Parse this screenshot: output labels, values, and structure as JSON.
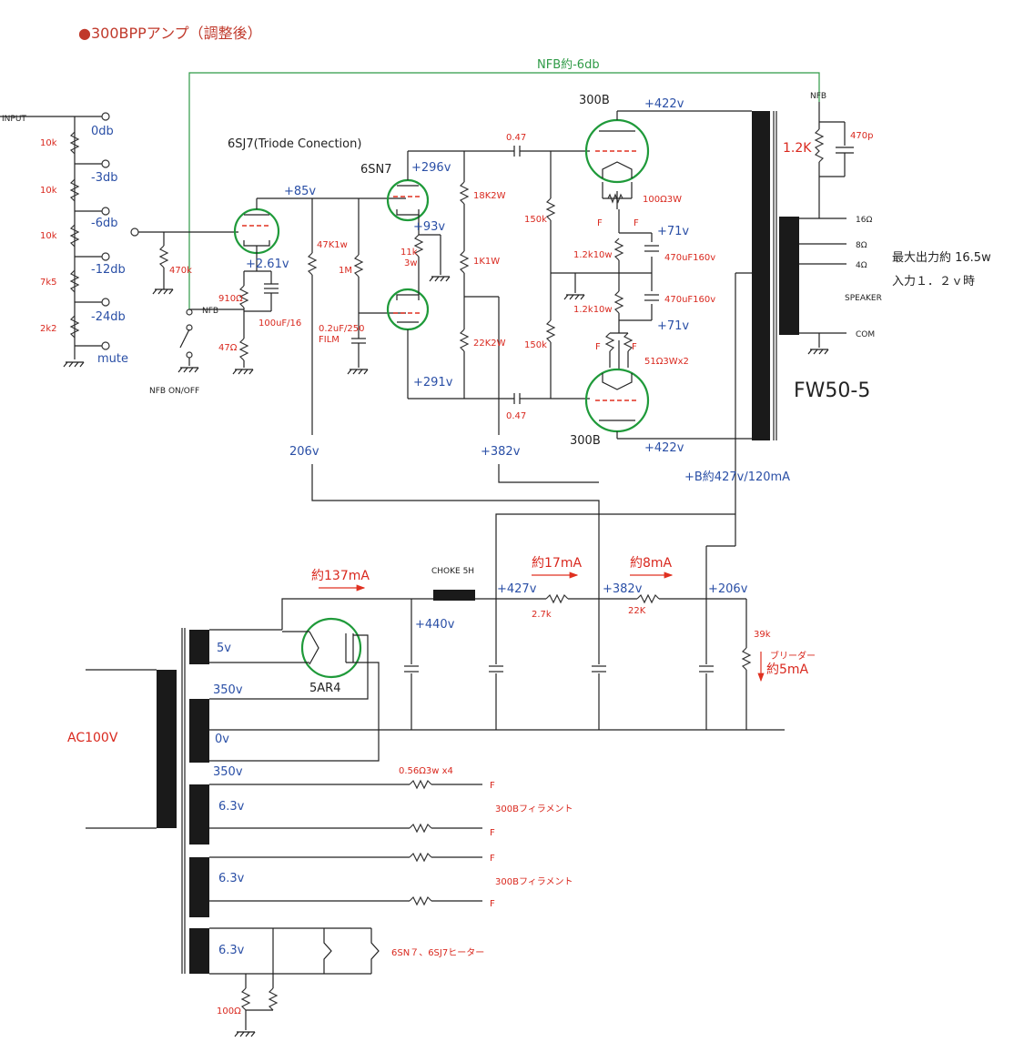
{
  "title": "●300BPPアンプ（調整後）",
  "nfb_loop": "NFB約-6db",
  "input": {
    "label": "INPUT",
    "steps": [
      "0db",
      "-3db",
      "-6db",
      "-12db",
      "-24db",
      "mute"
    ],
    "resistors": [
      "10k",
      "10k",
      "10k",
      "7k5",
      "2k2"
    ],
    "grid_r": "470k"
  },
  "nfb_switch": {
    "label": "NFB",
    "caption": "NFB ON/OFF"
  },
  "stage1": {
    "tube": "6SJ7(Triode Conection)",
    "plate_v": "+85v",
    "cathode_v": "+2.61v",
    "r_cathode": "910Ω",
    "r_cathode2": "47Ω",
    "c_cathode": "100uF/16",
    "r_plate": "47K1w",
    "r_grid": "1M",
    "c_coupling": "0.2uF/250\nFILM",
    "supply_v": "206v"
  },
  "stage2": {
    "tube": "6SN7",
    "plate_top_v": "+296v",
    "cathode_v": "+93v",
    "plate_bot_v": "+291v",
    "r_cathode": "11k\n3w",
    "r_load_top": "18K2W",
    "r_mid": "1K1W",
    "r_load_bot": "22K2W",
    "supply_v": "+382v"
  },
  "output_stage": {
    "tube_top": "300B",
    "tube_bot": "300B",
    "c_top": "0.47",
    "c_bot": "0.47",
    "r_grid_top": "150k",
    "r_grid_bot": "150k",
    "plate_top_v": "+422v",
    "plate_bot_v": "+422v",
    "r_hum_top": "100Ω3W",
    "r_hum_bot": "51Ω3Wx2",
    "cathode_top_v": "+71v",
    "cathode_bot_v": "+71v",
    "r_k_top": "1.2k10w",
    "r_k_bot": "1.2k10w",
    "c_k_top": "470uF160v",
    "c_k_bot": "470uF160v",
    "filament": "F"
  },
  "output_transformer": {
    "name": "FW50-5",
    "nfb_tap": "NFB",
    "r_nfb": "1.2K",
    "c_nfb": "470p",
    "taps": [
      "16Ω",
      "8Ω",
      "4Ω",
      "COM"
    ],
    "speaker": "SPEAKER",
    "max_power": "最大出力約 16.5w",
    "input_cond": "入力１．２ｖ時",
    "b_plus": "+B約427v/120mA"
  },
  "power_supply": {
    "rectifier": "5AR4",
    "choke": "CHOKE 5H",
    "current_main": "約137mA",
    "current_mid": "約17mA",
    "current_low": "約8mA",
    "v440": "+440v",
    "v427": "+427v",
    "v382": "+382v",
    "v206": "+206v",
    "r1": "2.7k",
    "r2": "22K",
    "r_bleeder": "39k",
    "bleeder_label": "ブリーダー",
    "bleeder_current": "約5mA",
    "transformer_in": "AC100V",
    "windings": [
      "5v",
      "350v",
      "0v",
      "350v",
      "6.3v",
      "6.3v",
      "6.3v"
    ],
    "filament_r": "0.56Ω3w x4",
    "filament_300b_1": "300Bフィラメント",
    "filament_300b_2": "300Bフィラメント",
    "heater_label": "6SN７、6SJ7ヒーター",
    "hum_r": "100Ω",
    "f_mark": "F"
  }
}
